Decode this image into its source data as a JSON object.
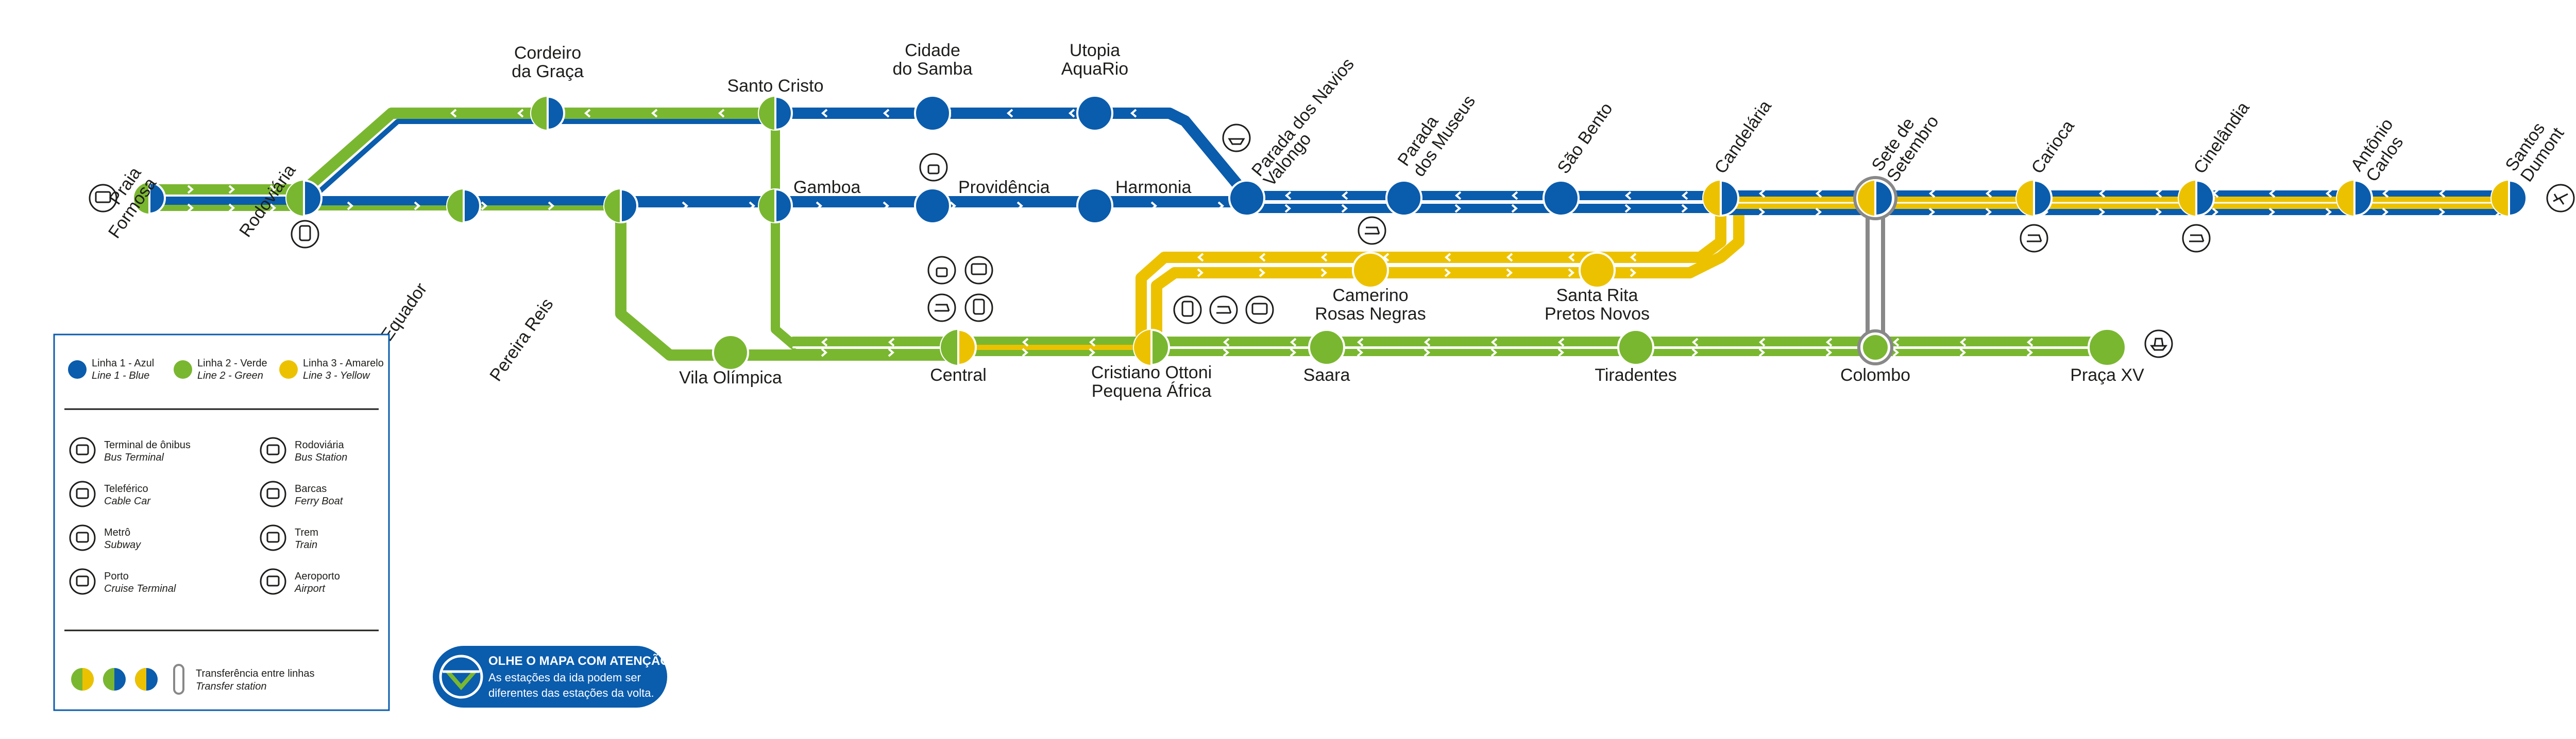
{
  "colors": {
    "blue": "#0a5cad",
    "green": "#7ab730",
    "yellow": "#ecc200",
    "transfer_link": "#888888",
    "notice_bg": "#0a5cad"
  },
  "lines": [
    {
      "id": "blue",
      "name": "Linha 1 - Azul",
      "name_en": "Line 1 - Blue"
    },
    {
      "id": "green",
      "name": "Linha 2 - Verde",
      "name_en": "Line 2 - Green"
    },
    {
      "id": "yellow",
      "name": "Linha 3 - Amarelo",
      "name_en": "Line 3 - Yellow"
    }
  ],
  "stations": [
    {
      "id": "praia_formosa",
      "label": [
        "Praia",
        "Formosa"
      ],
      "lines": [
        "green",
        "blue"
      ]
    },
    {
      "id": "rodoviaria",
      "label": [
        "Rodoviária"
      ],
      "lines": [
        "green",
        "blue"
      ]
    },
    {
      "id": "cordeiro",
      "label": [
        "Cordeiro",
        "da Graça"
      ],
      "lines": [
        "green",
        "blue"
      ]
    },
    {
      "id": "equador",
      "label": [
        "Equador"
      ],
      "lines": [
        "green",
        "blue"
      ]
    },
    {
      "id": "santo_cristo",
      "label": [
        "Santo Cristo"
      ],
      "lines": [
        "green",
        "blue"
      ]
    },
    {
      "id": "pereira_reis",
      "label": [
        "Pereira Reis"
      ],
      "lines": [
        "green",
        "blue"
      ]
    },
    {
      "id": "gamboa",
      "label": [
        "Gamboa"
      ],
      "lines": [
        "green",
        "blue"
      ]
    },
    {
      "id": "cidade_samba",
      "label": [
        "Cidade",
        "do Samba"
      ],
      "lines": [
        "blue"
      ]
    },
    {
      "id": "providencia",
      "label": [
        "Providência"
      ],
      "lines": [
        "blue"
      ]
    },
    {
      "id": "utopia",
      "label": [
        "Utopia",
        "AquaRio"
      ],
      "lines": [
        "blue"
      ]
    },
    {
      "id": "harmonia",
      "label": [
        "Harmonia"
      ],
      "lines": [
        "blue"
      ]
    },
    {
      "id": "valongo",
      "label": [
        "Parada dos Navios",
        "Valongo"
      ],
      "lines": [
        "blue"
      ]
    },
    {
      "id": "museus",
      "label": [
        "Parada",
        "dos Museus"
      ],
      "lines": [
        "blue"
      ]
    },
    {
      "id": "sao_bento",
      "label": [
        "São Bento"
      ],
      "lines": [
        "blue"
      ]
    },
    {
      "id": "candelaria",
      "label": [
        "Candelária"
      ],
      "lines": [
        "yellow",
        "blue"
      ]
    },
    {
      "id": "sete_setembro",
      "label": [
        "Sete de",
        "Setembro"
      ],
      "lines": [
        "yellow",
        "blue"
      ]
    },
    {
      "id": "carioca",
      "label": [
        "Carioca"
      ],
      "lines": [
        "yellow",
        "blue"
      ]
    },
    {
      "id": "cinelandia",
      "label": [
        "Cinelândia"
      ],
      "lines": [
        "yellow",
        "blue"
      ]
    },
    {
      "id": "antonio_carlos",
      "label": [
        "Antônio",
        "Carlos"
      ],
      "lines": [
        "yellow",
        "blue"
      ]
    },
    {
      "id": "santos_dumont",
      "label": [
        "Santos",
        "Dumont"
      ],
      "lines": [
        "yellow",
        "blue"
      ]
    },
    {
      "id": "camerino",
      "label": [
        "Camerino",
        "Rosas Negras"
      ],
      "lines": [
        "yellow"
      ]
    },
    {
      "id": "santa_rita",
      "label": [
        "Santa Rita",
        "Pretos Novos"
      ],
      "lines": [
        "yellow"
      ]
    },
    {
      "id": "vila_olimpica",
      "label": [
        "Vila Olímpica"
      ],
      "lines": [
        "green"
      ]
    },
    {
      "id": "central",
      "label": [
        "Central"
      ],
      "lines": [
        "green",
        "yellow"
      ]
    },
    {
      "id": "cristiano_ottoni",
      "label": [
        "Cristiano Ottoni",
        "Pequena África"
      ],
      "lines": [
        "yellow",
        "green"
      ]
    },
    {
      "id": "saara",
      "label": [
        "Saara"
      ],
      "lines": [
        "green"
      ]
    },
    {
      "id": "tiradentes",
      "label": [
        "Tiradentes"
      ],
      "lines": [
        "green"
      ]
    },
    {
      "id": "colombo",
      "label": [
        "Colombo"
      ],
      "lines": [
        "green"
      ]
    },
    {
      "id": "praca_xv",
      "label": [
        "Praça XV"
      ],
      "lines": [
        "green"
      ]
    }
  ],
  "legend": {
    "facilities": [
      {
        "icon": "bus-terminal-icon",
        "label": "Terminal de ônibus",
        "label_en": "Bus Terminal"
      },
      {
        "icon": "bus-station-icon",
        "label": "Rodoviária",
        "label_en": "Bus Station"
      },
      {
        "icon": "cable-car-icon",
        "label": "Teleférico",
        "label_en": "Cable Car"
      },
      {
        "icon": "ferry-boat-icon",
        "label": "Barcas",
        "label_en": "Ferry Boat"
      },
      {
        "icon": "subway-icon",
        "label": "Metrô",
        "label_en": "Subway"
      },
      {
        "icon": "train-icon",
        "label": "Trem",
        "label_en": "Train"
      },
      {
        "icon": "cruise-terminal-icon",
        "label": "Porto",
        "label_en": "Cruise Terminal"
      },
      {
        "icon": "airport-icon",
        "label": "Aeroporto",
        "label_en": "Airport"
      }
    ],
    "transfer": {
      "label": "Transferência entre linhas",
      "label_en": "Transfer station"
    }
  },
  "notice": {
    "title": "OLHE O MAPA COM ATENÇÃO!",
    "body": [
      "As estações da ida podem ser",
      "diferentes das estações da volta."
    ]
  }
}
